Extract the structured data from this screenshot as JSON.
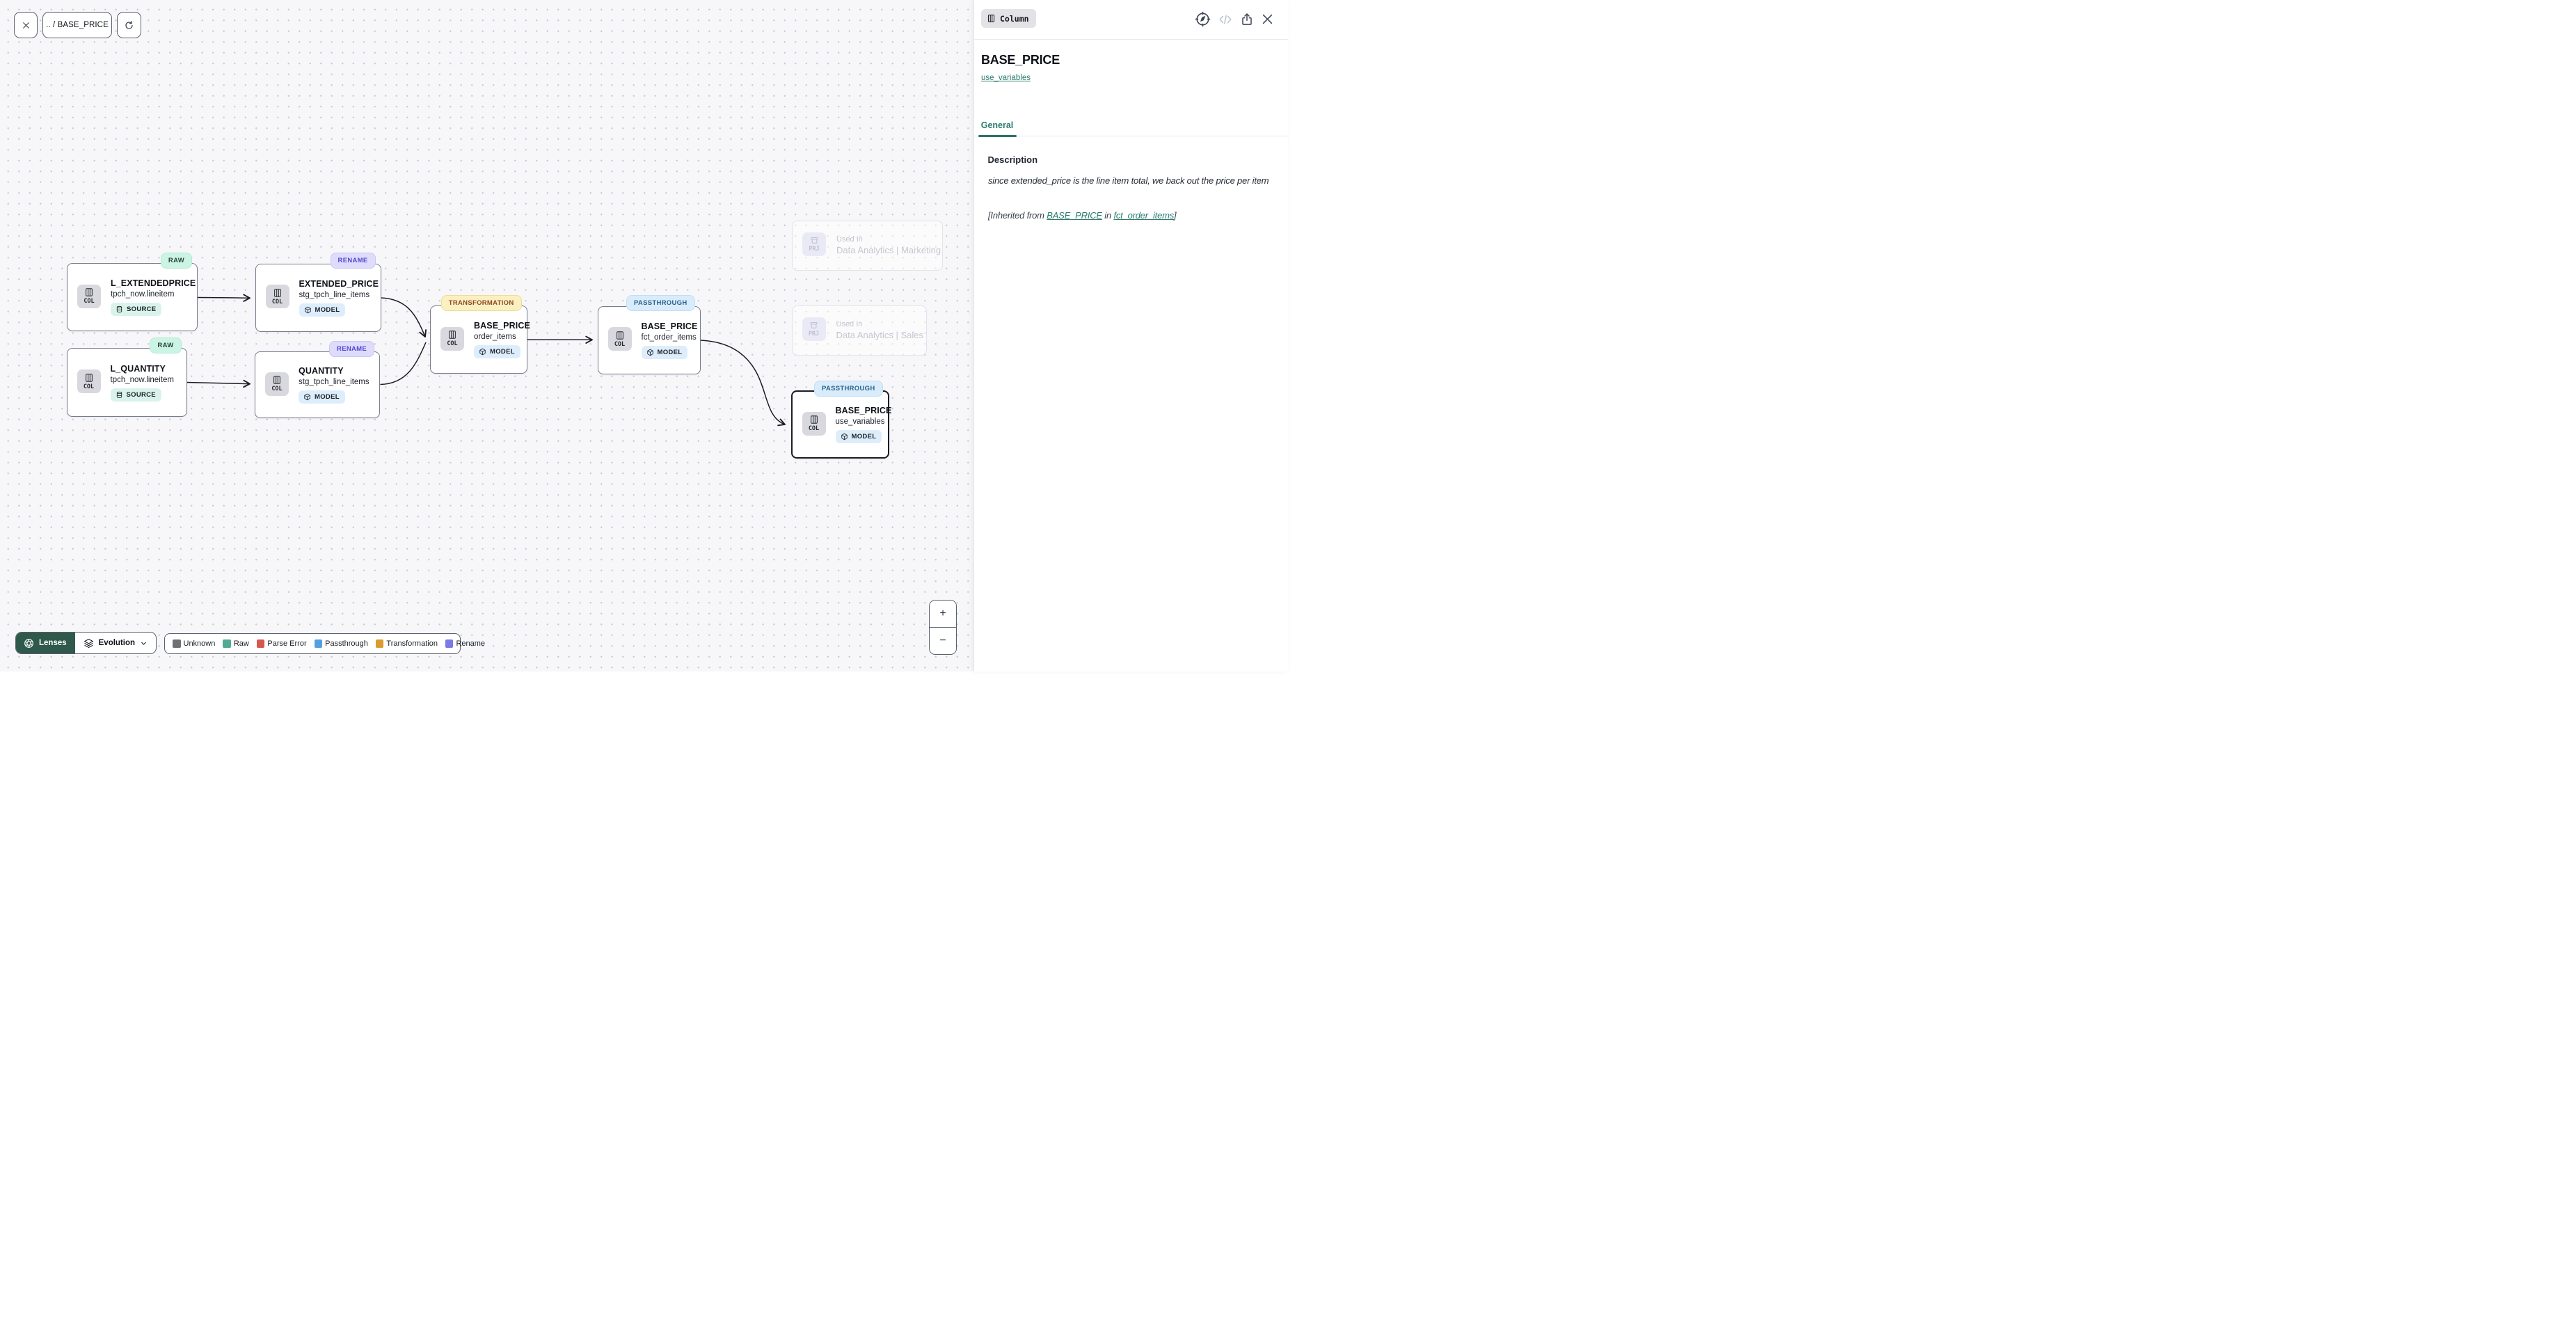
{
  "toolbar": {
    "breadcrumb": ".. / BASE_PRICE"
  },
  "canvas": {
    "nodes": [
      {
        "badge": "RAW",
        "chip": "COL",
        "title": "L_EXTENDEDPRICE",
        "subtitle": "tpch_now.lineitem",
        "tag": "SOURCE"
      },
      {
        "badge": "RENAME",
        "chip": "COL",
        "title": "EXTENDED_PRICE",
        "subtitle": "stg_tpch_line_items",
        "tag": "MODEL"
      },
      {
        "badge": "RAW",
        "chip": "COL",
        "title": "L_QUANTITY",
        "subtitle": "tpch_now.lineitem",
        "tag": "SOURCE"
      },
      {
        "badge": "RENAME",
        "chip": "COL",
        "title": "QUANTITY",
        "subtitle": "stg_tpch_line_items",
        "tag": "MODEL"
      },
      {
        "badge": "TRANSFORMATION",
        "chip": "COL",
        "title": "BASE_PRICE",
        "subtitle": "order_items",
        "tag": "MODEL"
      },
      {
        "badge": "PASSTHROUGH",
        "chip": "COL",
        "title": "BASE_PRICE",
        "subtitle": "fct_order_items",
        "tag": "MODEL"
      },
      {
        "badge": "PASSTHROUGH",
        "chip": "COL",
        "title": "BASE_PRICE",
        "subtitle": "use_variables",
        "tag": "MODEL",
        "selected": true
      }
    ],
    "ghost_cards": [
      {
        "chip": "PRJ",
        "label": "Used In",
        "title": "Data Analytics | Marketing"
      },
      {
        "chip": "PRJ",
        "label": "Used In",
        "title": "Data Analytics | Sales"
      }
    ]
  },
  "lenses": {
    "button_label": "Lenses",
    "mode_label": "Evolution"
  },
  "legend": {
    "items": [
      {
        "label": "Unknown",
        "color": "#6f6f74"
      },
      {
        "label": "Raw",
        "color": "#4fab93"
      },
      {
        "label": "Parse Error",
        "color": "#d5584e"
      },
      {
        "label": "Passthrough",
        "color": "#53a0e0"
      },
      {
        "label": "Transformation",
        "color": "#db9b2d"
      },
      {
        "label": "Rename",
        "color": "#7c79e8"
      }
    ]
  },
  "zoom_controls": {
    "zoom_in": "+",
    "zoom_out": "−"
  },
  "panel": {
    "type_badge": "Column",
    "title": "BASE_PRICE",
    "model_link": "use_variables",
    "tab": "General",
    "accent_color": "#2b7a6d",
    "description": {
      "label": "Description",
      "text": "since extended_price is the line item total, we back out the price per item",
      "inherited_prefix": "[Inherited from ",
      "inherited_column_link": "BASE_PRICE",
      "inherited_middle": " in ",
      "inherited_model_link": "fct_order_items",
      "inherited_suffix": "]"
    }
  }
}
